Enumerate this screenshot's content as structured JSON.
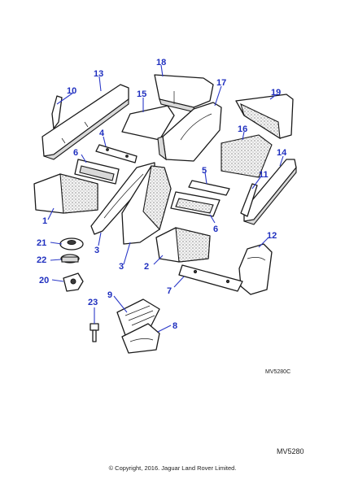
{
  "callouts": {
    "c1": "1",
    "c2": "2",
    "c3a": "3",
    "c3b": "3",
    "c4": "4",
    "c5": "5",
    "c6a": "6",
    "c6b": "6",
    "c7": "7",
    "c8": "8",
    "c9": "9",
    "c10": "10",
    "c11": "11",
    "c12": "12",
    "c13": "13",
    "c14": "14",
    "c15": "15",
    "c16": "16",
    "c17": "17",
    "c18": "18",
    "c19": "19",
    "c20": "20",
    "c21": "21",
    "c22": "22",
    "c23": "23"
  },
  "figure_ref_small": "MV5280C",
  "figure_ref": "MV5280",
  "copyright": "© Copyright, 2016. Jaguar Land Rover Limited.",
  "colors": {
    "callout": "#1f2fbf",
    "line": "#1a1a1a"
  }
}
